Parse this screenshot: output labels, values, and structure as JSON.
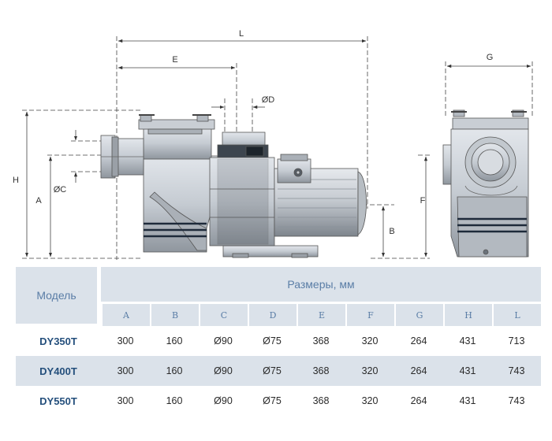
{
  "drawing": {
    "dimension_labels": {
      "L": "L",
      "E": "E",
      "D": "ØD",
      "G": "G",
      "H": "H",
      "A": "A",
      "C": "ØC",
      "F": "F",
      "B": "B"
    }
  },
  "table": {
    "model_header": "Модель",
    "dimensions_header": "Размеры, мм",
    "columns": [
      "A",
      "B",
      "C",
      "D",
      "E",
      "F",
      "G",
      "H",
      "L"
    ],
    "rows": [
      {
        "model": "DY350T",
        "values": [
          "300",
          "160",
          "Ø90",
          "Ø75",
          "368",
          "320",
          "264",
          "431",
          "713"
        ]
      },
      {
        "model": "DY400T",
        "values": [
          "300",
          "160",
          "Ø90",
          "Ø75",
          "368",
          "320",
          "264",
          "431",
          "743"
        ]
      },
      {
        "model": "DY550T",
        "values": [
          "300",
          "160",
          "Ø90",
          "Ø75",
          "368",
          "320",
          "264",
          "431",
          "743"
        ]
      }
    ]
  },
  "colors": {
    "table_fill": "#dbe2ea",
    "header_text": "#5a7da6",
    "model_text": "#244f7c"
  }
}
